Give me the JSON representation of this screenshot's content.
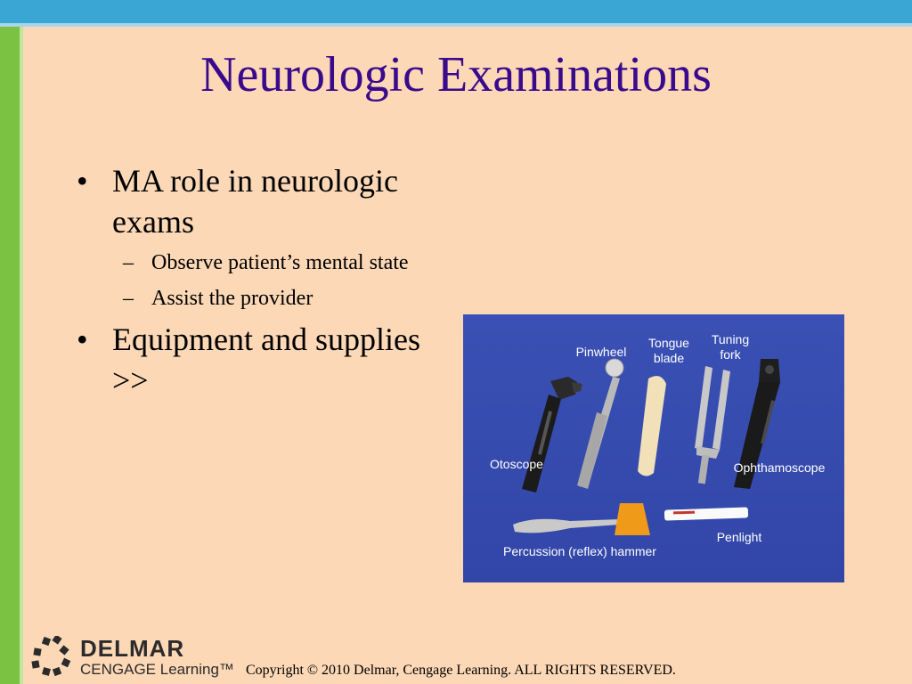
{
  "slide": {
    "title": "Neurologic Examinations",
    "bullets": [
      {
        "text": "MA role in neurologic exams",
        "sub": [
          "Observe patient’s mental state",
          "Assist the provider"
        ]
      },
      {
        "text": "Equipment and supplies >>",
        "sub": []
      }
    ]
  },
  "photo": {
    "labels": {
      "pinwheel": "Pinwheel",
      "tongue_blade": "Tongue blade",
      "tuning_fork": "Tuning fork",
      "otoscope": "Otoscope",
      "ophthamoscope": "Ophthamoscope",
      "penlight": "Penlight",
      "hammer": "Percussion (reflex) hammer"
    }
  },
  "footer": {
    "logo_line1": "DELMAR",
    "logo_line2": "CENGAGE Learning™",
    "copyright": "Copyright © 2010 Delmar, Cengage Learning. ALL RIGHTS RESERVED."
  },
  "colors": {
    "background": "#fcd8b6",
    "title": "#3a0a8c",
    "top_bar": "#3aa6d4",
    "left_bar": "#7cc242",
    "corner": "#e8417a",
    "photo_bg": "#3a50b4"
  }
}
